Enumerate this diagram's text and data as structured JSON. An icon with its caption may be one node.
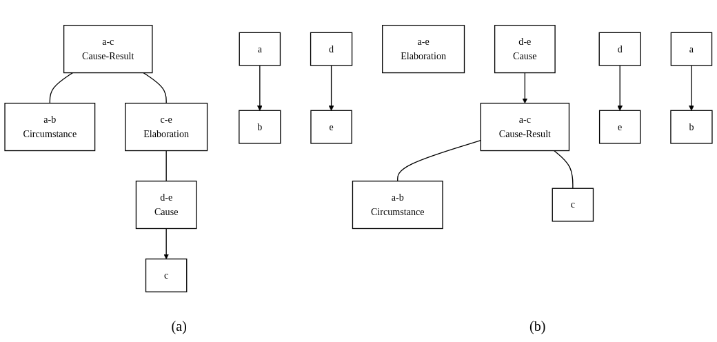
{
  "diagram": {
    "nodes": [
      {
        "text": [
          "a-c",
          "Cause-Result"
        ]
      },
      {
        "text": [
          "a-b",
          "Circumstance"
        ]
      },
      {
        "text": [
          "c-e",
          "Elaboration"
        ]
      },
      {
        "text": [
          "a"
        ]
      },
      {
        "text": [
          "b"
        ]
      },
      {
        "text": [
          "c"
        ]
      },
      {
        "text": [
          "d-e",
          "Cause"
        ]
      },
      {
        "text": [
          "d"
        ]
      },
      {
        "text": [
          "e"
        ]
      },
      {
        "text": [
          "a-e",
          "Elaboration"
        ]
      },
      {
        "text": [
          "a-c",
          "Cause-Result"
        ]
      },
      {
        "text": [
          "d-e",
          "Cause"
        ]
      },
      {
        "text": [
          "a-b",
          "Circumstance"
        ]
      },
      {
        "text": [
          "c"
        ]
      },
      {
        "text": [
          "d"
        ]
      },
      {
        "text": [
          "e"
        ]
      },
      {
        "text": [
          "a"
        ]
      },
      {
        "text": [
          "b"
        ]
      }
    ],
    "edges": [
      {
        "from": 0,
        "to": 1,
        "arrow": "none"
      },
      {
        "from": 0,
        "to": 2,
        "arrow": "none"
      },
      {
        "from": 3,
        "to": 4,
        "arrow": "to"
      },
      {
        "from": 6,
        "to": 5,
        "arrow": "to"
      },
      {
        "from": 2,
        "to": 6,
        "arrow": "none"
      },
      {
        "from": 7,
        "to": 8,
        "arrow": "to"
      },
      {
        "from": 11,
        "to": 10,
        "arrow": "to"
      },
      {
        "from": 10,
        "to": 12,
        "arrow": "none"
      },
      {
        "from": 10,
        "to": 13,
        "arrow": "none"
      },
      {
        "from": 16,
        "to": 17,
        "arrow": "to"
      },
      {
        "from": 14,
        "to": 15,
        "arrow": "to"
      }
    ],
    "labels": [
      "(a)",
      "(b)"
    ]
  }
}
